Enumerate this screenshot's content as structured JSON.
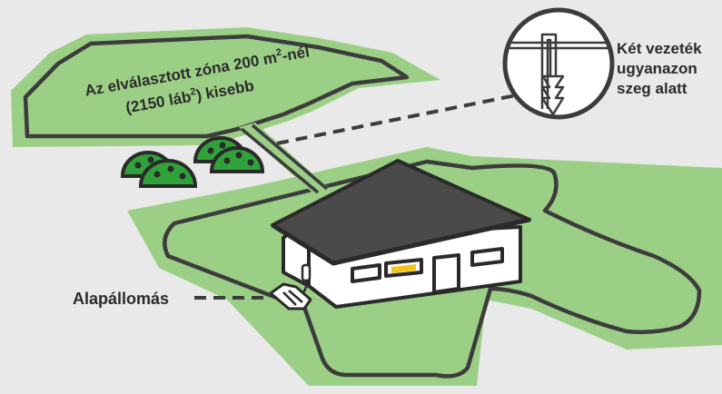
{
  "zone": {
    "line1_pre": "Az elválasztott zóna 200 m",
    "line1_sup": "2",
    "line1_post": "-nél",
    "line2_pre": "(2150 láb",
    "line2_sup": "2",
    "line2_post": ") kisebb"
  },
  "callout": {
    "line1": "Két vezeték",
    "line2": "ugyanazon",
    "line3": "szeg alatt"
  },
  "base_station": {
    "label": "Alapállomás"
  },
  "colors": {
    "background": "#e9e9e9",
    "lawn": "#9ccf86",
    "wire": "#3c3c3c",
    "roof": "#4a4a4a",
    "bush": "#2fa33a",
    "lit_window": "#f3c51c"
  }
}
